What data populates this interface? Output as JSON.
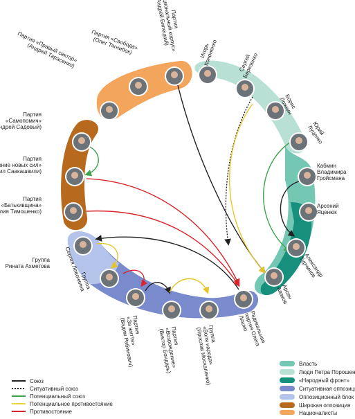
{
  "colors": {
    "vlast": "#73c7b3",
    "poroshenko": "#b8e0d4",
    "narodny_front": "#16907d",
    "situational_opposition": "#7a8bcd",
    "opposition_bloc": "#b4c3ea",
    "broad_opposition": "#b76a1e",
    "nationalists": "#f3a55c",
    "union": "#222222",
    "potential_union": "#3aa44c",
    "potential_opposition": "#f0d53a",
    "opposition": "#d8262c"
  },
  "nodes": [
    {
      "id": "kononenko",
      "label": [
        "Игорь",
        "Кононенко"
      ]
    },
    {
      "id": "berezenko",
      "label": [
        "Сергей",
        "Березенко"
      ]
    },
    {
      "id": "lozhkin",
      "label": [
        "Борис",
        "Ложкин"
      ]
    },
    {
      "id": "lutsenko",
      "label": [
        "Юрий",
        "Луценко"
      ]
    },
    {
      "id": "groysman",
      "label": [
        "Кабмин",
        "Владимира",
        "Гройсмана"
      ]
    },
    {
      "id": "yatsenyuk",
      "label": [
        "Арсений",
        "Яценюк"
      ]
    },
    {
      "id": "turchynov",
      "label": [
        "Александр",
        "Турчинов"
      ]
    },
    {
      "id": "avakov",
      "label": [
        "Арсен",
        "Аваков"
      ]
    },
    {
      "id": "lyashko",
      "label": [
        "Радикальная",
        "партия Олега",
        "Ляшко"
      ]
    },
    {
      "id": "moskalenko",
      "label": [
        "Группа",
        "«Воля народа»",
        "(Ярослав Москаленко)"
      ]
    },
    {
      "id": "bondar",
      "label": [
        "Партия",
        "«Возрождение»",
        "(Виктор Бондарь)"
      ]
    },
    {
      "id": "rabinovich",
      "label": [
        "Партия",
        "«За життя»",
        "(Вадим Рабинович)"
      ]
    },
    {
      "id": "levochkin",
      "label": [
        "Группа",
        "Сергея Левочкина"
      ]
    },
    {
      "id": "akhmetov",
      "label": [
        "Группа",
        "Рината Ахметова"
      ]
    },
    {
      "id": "tymoshenko",
      "label": [
        "Партия",
        "«Батькивщина»",
        "(Юлия Тимошенко)"
      ]
    },
    {
      "id": "saakashvili",
      "label": [
        "Партия",
        "«Движение новых сил»",
        "(Михеил Саакашвили)"
      ]
    },
    {
      "id": "sadovy",
      "label": [
        "Партия",
        "«Самопомич»",
        "(Андрей Садовый)"
      ]
    },
    {
      "id": "tarasenko",
      "label": [
        "Партия «Правый сектор»",
        "(Андрей Тарасенко)"
      ]
    },
    {
      "id": "tyagnybok",
      "label": [
        "Партия «Свобода»",
        "(Олег Тягнибок)"
      ]
    },
    {
      "id": "biletsky",
      "label": [
        "Партия",
        "«Национальный корпус»",
        "(Андрей Билецкий)"
      ]
    }
  ],
  "legend_left": [
    {
      "label": "Союз",
      "style": "union"
    },
    {
      "label": "Ситуативный союз",
      "style": "situational_union"
    },
    {
      "label": "Потенциальный союз",
      "style": "potential_union"
    },
    {
      "label": "Потенциальное противостояние",
      "style": "potential_opposition"
    },
    {
      "label": "Противостояние",
      "style": "opposition"
    }
  ],
  "legend_right": [
    {
      "label": "Власть",
      "color_key": "vlast"
    },
    {
      "label": "Люди Петра Порошенко",
      "color_key": "poroshenko"
    },
    {
      "label": "«Народный фронт»",
      "color_key": "narodny_front"
    },
    {
      "label": "Ситуативная оппозиция",
      "color_key": "situational_opposition"
    },
    {
      "label": "Оппозиционный блок",
      "color_key": "opposition_bloc"
    },
    {
      "label": "Широкая оппозиция",
      "color_key": "broad_opposition"
    },
    {
      "label": "Националисты",
      "color_key": "nationalists"
    }
  ]
}
